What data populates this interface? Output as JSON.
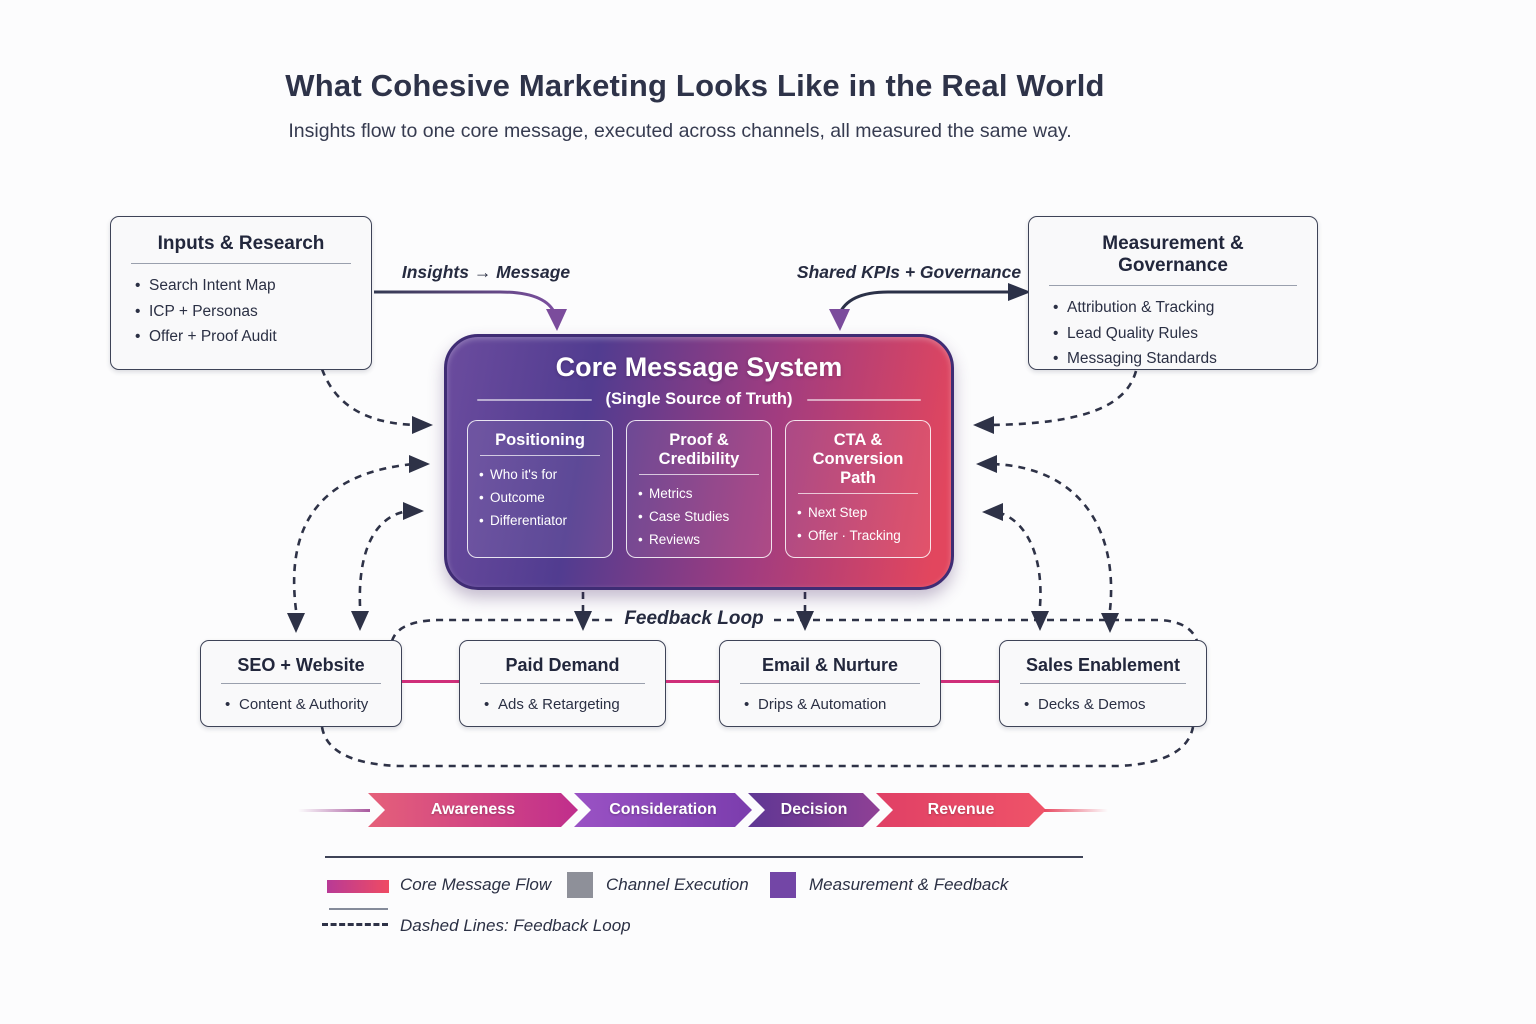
{
  "header": {
    "title": "What Cohesive Marketing Looks Like in the Real World",
    "subtitle": "Insights flow to one core message, executed across channels, all measured the same way."
  },
  "flow_labels": {
    "insights": "Insights → Message",
    "shared_kpis": "Shared KPIs + Governance",
    "feedback_loop": "Feedback Loop"
  },
  "inputs_research": {
    "title": "Inputs & Research",
    "items": [
      "Search Intent Map",
      "ICP + Personas",
      "Offer + Proof Audit"
    ]
  },
  "measurement_governance": {
    "title": "Measurement & Governance",
    "items": [
      "Attribution & Tracking",
      "Lead Quality Rules",
      "Messaging Standards"
    ]
  },
  "core": {
    "title": "Core Message System",
    "subtitle": "(Single Source of Truth)",
    "pillars": [
      {
        "title": "Positioning",
        "items": [
          "Who it's for",
          "Outcome",
          "Differentiator"
        ]
      },
      {
        "title": "Proof & Credibility",
        "items": [
          "Metrics",
          "Case Studies",
          "Reviews"
        ]
      },
      {
        "title": "CTA & Conversion Path",
        "items": [
          "Next Step",
          "Offer · Tracking"
        ]
      }
    ]
  },
  "channels": [
    {
      "title": "SEO + Website",
      "item": "Content & Authority"
    },
    {
      "title": "Paid Demand",
      "item": "Ads & Retargeting"
    },
    {
      "title": "Email & Nurture",
      "item": "Drips & Automation"
    },
    {
      "title": "Sales Enablement",
      "item": "Decks & Demos"
    }
  ],
  "funnel": {
    "stages": [
      {
        "label": "Awareness",
        "color_from": "#e5607a",
        "color_to": "#c02e8c"
      },
      {
        "label": "Consideration",
        "color_from": "#9a52c4",
        "color_to": "#7b3dad"
      },
      {
        "label": "Decision",
        "color_from": "#5f3794",
        "color_to": "#8f4095"
      },
      {
        "label": "Revenue",
        "color_from": "#e04066",
        "color_to": "#ef5368"
      }
    ]
  },
  "legend": {
    "items": [
      {
        "label": "Core Message Flow",
        "color": "#d53f7d"
      },
      {
        "label": "Channel Execution",
        "color": "#8e9099"
      },
      {
        "label": "Measurement & Feedback",
        "color": "#7346a6"
      }
    ],
    "dashed_label": "Dashed Lines: Feedback Loop"
  },
  "colors": {
    "text_dark": "#2e3349",
    "core_gradient_start": "#6b4c9e",
    "core_gradient_mid": "#a03c80",
    "core_gradient_end": "#e2465e",
    "connector_pink": "#cf2f7a",
    "arrow_dark": "#2e3247",
    "arrow_purple": "#7b4c9c"
  }
}
